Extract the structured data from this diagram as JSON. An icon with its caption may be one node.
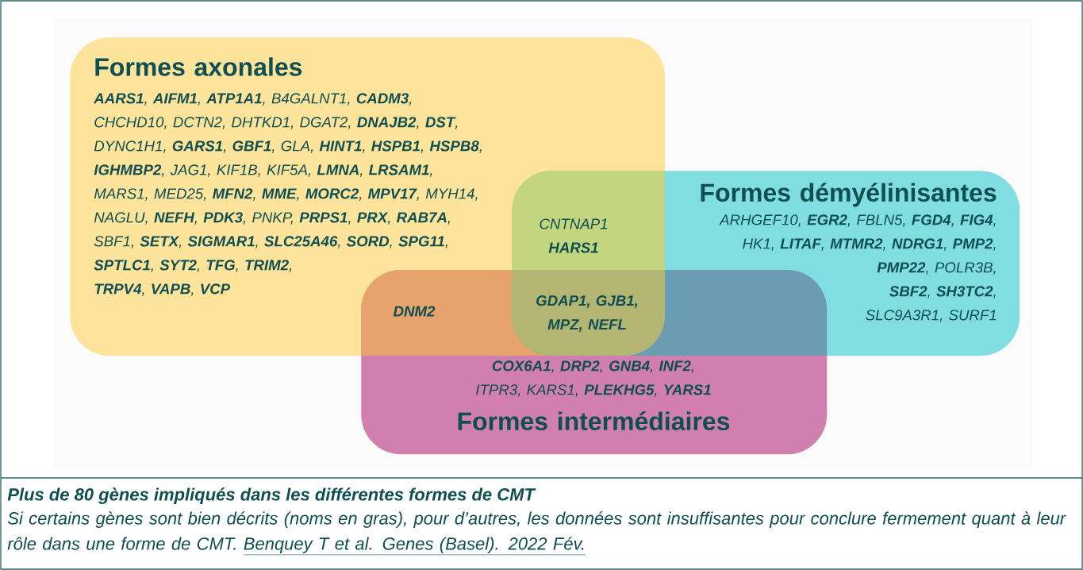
{
  "diagram": {
    "caption": "Plus de 80 gènes impliqués dans les différentes formes de CMT",
    "nodes": [
      {
        "text": [
          "Formes axonales",
          "**AARS1**, **AIFM1**, **ATP1A1**, B4GALNT1, **CADM3**, CHCHD10, DCTN2, DHTKD1, DGAT2, **DNAJB2**, **DST**, DYNC1H1, **GARS1**, **GBF1**, GLA, **HINT1**, **HSPB1**, **HSPB8**, **IGHMBP2**, JAG1, KIF1B, KIF5A, **LMNA**, **LRSAM1**, MARS1, MED25, **MFN2**, **MME**, **MORC2**, **MPV17**, MYH14, NAGLU, **NEFH**, **PDK3**, PNKP, **PRPS1**, **PRX**, **RAB7A**, SBF1, **SETX**, **SIGMAR1**, **SLC25A46**, **SORD**, **SPG11**, **SPTLC1**, **SYT2**, **TFG**, **TRIM2**, **TRPV4**, **VAPB**, **VCP**"
        ]
      },
      {
        "text": [
          "Formes démyélinisantes",
          "ARHGEF10, **EGR2**, FBLN5, **FGD4**, **FIG4**, HK1, **LITAF**, **MTMR2**, **NDRG1**, **PMP2**, **PMP22**, POLR3B, **SBF2**, **SH3TC2**, SLC9A3R1, SURF1"
        ]
      },
      {
        "text": [
          "**COX6A1**, **DRP2**, **GNB4**, **INF2**, ITPR3, KARS1, **PLEKHG5**, **YARS1**",
          "Formes intermédiaires"
        ]
      }
    ],
    "labels": [
      "CNTNAP1",
      "HARS1",
      "DNM2",
      "GDAP1, GJB1, MPZ, NEFL",
      "Si certains gènes sont bien décrits (noms en gras), pour d’autres, les données sont insuffisantes pour conclure fermement quant à leur rôle dans une forme de CMT.",
      "Benquey T et al. Genes (Basel). 2022 Fév."
    ]
  }
}
